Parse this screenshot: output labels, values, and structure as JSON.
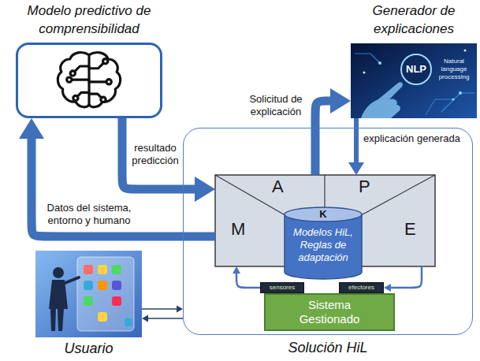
{
  "diagram": {
    "nodes": [
      {
        "text": [
          "Modelo predictivo de comprensibilidad"
        ]
      },
      {
        "text": [
          "Generador de explicaciones"
        ]
      },
      {
        "text": [
          "Solución HiL"
        ]
      },
      {
        "text": [
          "M",
          "A",
          "P",
          "E"
        ],
        "in": 2
      },
      {
        "text": [
          "K",
          "Modelos HiL, Reglas de adaptación"
        ],
        "in": 3
      },
      {
        "text": [
          "sensores"
        ],
        "in": 2
      },
      {
        "text": [
          "efectores"
        ],
        "in": 2
      },
      {
        "text": [
          "Sistema Gestionado"
        ],
        "in": 2
      },
      {
        "text": [
          "Usuario"
        ]
      }
    ],
    "edges": [
      {
        "from": 0,
        "to": 3,
        "label": "resultado predicción",
        "arrow": "to"
      },
      {
        "from": 3,
        "to": 0,
        "label": "Datos del sistema, entorno y humano",
        "arrow": "to"
      },
      {
        "from": 3,
        "to": 1,
        "label": "Solicitud de explicación",
        "arrow": "to"
      },
      {
        "from": 1,
        "to": 3,
        "label": "explicación generada",
        "arrow": "to"
      },
      {
        "from": 5,
        "to": 3,
        "arrow": "to"
      },
      {
        "from": 3,
        "to": 6,
        "arrow": "to"
      },
      {
        "from": 8,
        "to": 2,
        "arrow": "to"
      },
      {
        "from": 2,
        "to": 8,
        "arrow": "to"
      }
    ],
    "labels": [
      "NLP",
      "Natural language processing"
    ]
  }
}
